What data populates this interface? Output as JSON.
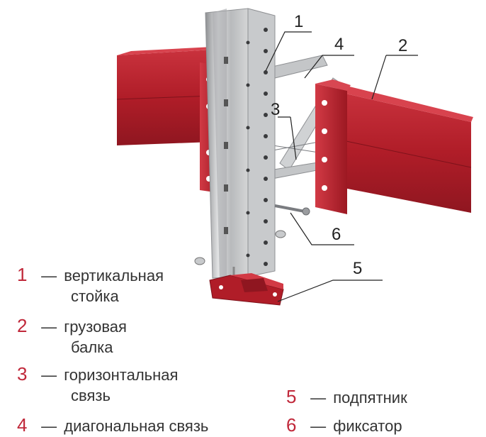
{
  "colors": {
    "accent": "#c0283a",
    "beam_red": "#b51f2a",
    "beam_dark": "#8f1620",
    "steel_light": "#d9dadb",
    "steel_mid": "#b8babc",
    "steel_dark": "#8e9093",
    "text": "#333333"
  },
  "callouts": [
    "1",
    "2",
    "3",
    "4",
    "5",
    "6"
  ],
  "legend": [
    {
      "num": "1",
      "dash": "—",
      "line1": "вертикальная",
      "line2": "стойка"
    },
    {
      "num": "2",
      "dash": "—",
      "line1": "грузовая",
      "line2": "балка"
    },
    {
      "num": "3",
      "dash": "—",
      "line1": "горизонтальная",
      "line2": "связь"
    },
    {
      "num": "4",
      "dash": "—",
      "line1": "диагональная связь",
      "line2": ""
    },
    {
      "num": "5",
      "dash": "—",
      "line1": "подпятник",
      "line2": ""
    },
    {
      "num": "6",
      "dash": "—",
      "line1": "фиксатор",
      "line2": ""
    }
  ]
}
